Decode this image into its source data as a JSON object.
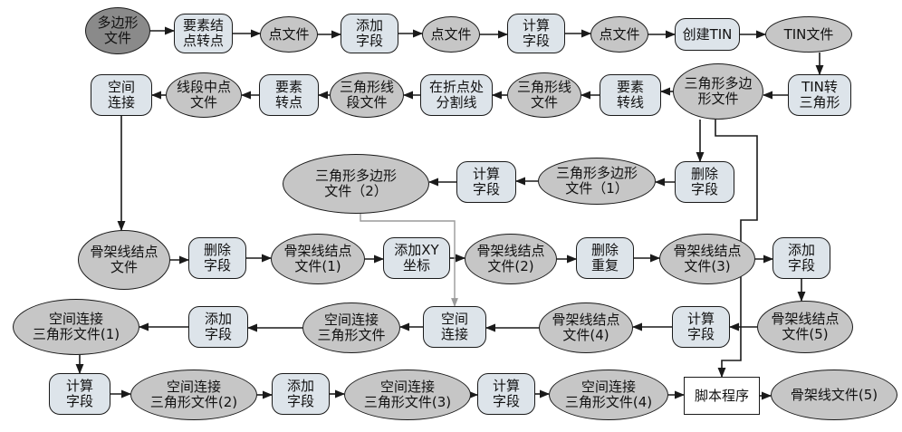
{
  "nodes": [
    {
      "id": "n1",
      "text": "多边形\n文件",
      "shape": "dark"
    },
    {
      "id": "n2",
      "text": "要素结\n点转点",
      "shape": "rounded"
    },
    {
      "id": "n3",
      "text": "点文件",
      "shape": "oval"
    },
    {
      "id": "n4",
      "text": "添加\n字段",
      "shape": "rounded"
    },
    {
      "id": "n5",
      "text": "点文件",
      "shape": "oval"
    },
    {
      "id": "n6",
      "text": "计算\n字段",
      "shape": "rounded"
    },
    {
      "id": "n7",
      "text": "点文件",
      "shape": "oval"
    },
    {
      "id": "n8",
      "text": "创建TIN",
      "shape": "rounded"
    },
    {
      "id": "n9",
      "text": "TIN文件",
      "shape": "oval"
    },
    {
      "id": "n10",
      "text": "TIN转\n三角形",
      "shape": "rounded"
    },
    {
      "id": "n11",
      "text": "三角形多边\n形文件",
      "shape": "oval"
    },
    {
      "id": "n12",
      "text": "要素\n转线",
      "shape": "rounded"
    },
    {
      "id": "n13",
      "text": "三角形线\n文件",
      "shape": "oval"
    },
    {
      "id": "n14",
      "text": "在折点处\n分割线",
      "shape": "rounded"
    },
    {
      "id": "n15",
      "text": "三角形线\n段文件",
      "shape": "oval"
    },
    {
      "id": "n16",
      "text": "要素\n转点",
      "shape": "rounded"
    },
    {
      "id": "n17",
      "text": "线段中点\n文件",
      "shape": "oval"
    },
    {
      "id": "n18",
      "text": "空间\n连接",
      "shape": "rounded"
    },
    {
      "id": "n19",
      "text": "删除\n字段",
      "shape": "rounded"
    },
    {
      "id": "n20",
      "text": "三角形多边形\n文件（1）",
      "shape": "oval"
    },
    {
      "id": "n21",
      "text": "计算\n字段",
      "shape": "rounded"
    },
    {
      "id": "n22",
      "text": "三角形多边形\n文件（2）",
      "shape": "oval"
    },
    {
      "id": "n23",
      "text": "骨架线结点\n文件",
      "shape": "oval"
    },
    {
      "id": "n24",
      "text": "删除\n字段",
      "shape": "rounded"
    },
    {
      "id": "n25",
      "text": "骨架线结点\n文件(1)",
      "shape": "oval"
    },
    {
      "id": "n26",
      "text": "添加XY\n坐标",
      "shape": "rounded"
    },
    {
      "id": "n27",
      "text": "骨架线结点\n文件(2)",
      "shape": "oval"
    },
    {
      "id": "n28",
      "text": "删除\n重复",
      "shape": "rounded"
    },
    {
      "id": "n29",
      "text": "骨架线结点\n文件(3)",
      "shape": "oval"
    },
    {
      "id": "n30",
      "text": "添加\n字段",
      "shape": "rounded"
    },
    {
      "id": "n31",
      "text": "骨架线结点\n文件(5)",
      "shape": "oval"
    },
    {
      "id": "n32",
      "text": "计算\n字段",
      "shape": "rounded"
    },
    {
      "id": "n33",
      "text": "骨架线结点\n文件(4)",
      "shape": "oval"
    },
    {
      "id": "n34",
      "text": "空间\n连接",
      "shape": "rounded"
    },
    {
      "id": "n35",
      "text": "空间连接\n三角形文件",
      "shape": "oval"
    },
    {
      "id": "n36",
      "text": "添加\n字段",
      "shape": "rounded"
    },
    {
      "id": "n37",
      "text": "空间连接\n三角形文件(1)",
      "shape": "oval"
    },
    {
      "id": "n38",
      "text": "计算\n字段",
      "shape": "rounded"
    },
    {
      "id": "n39",
      "text": "空间连接\n三角形文件(2)",
      "shape": "oval"
    },
    {
      "id": "n40",
      "text": "添加\n字段",
      "shape": "rounded"
    },
    {
      "id": "n41",
      "text": "空间连接\n三角形文件(3)",
      "shape": "oval"
    },
    {
      "id": "n42",
      "text": "计算\n字段",
      "shape": "rounded"
    },
    {
      "id": "n43",
      "text": "空间连接\n三角形文件(4)",
      "shape": "oval"
    },
    {
      "id": "n44",
      "text": "脚本程序",
      "shape": "rect"
    },
    {
      "id": "n45",
      "text": "骨架线文件(5)",
      "shape": "oval"
    }
  ],
  "edges": [
    [
      "n1",
      "n2"
    ],
    [
      "n2",
      "n3"
    ],
    [
      "n3",
      "n4"
    ],
    [
      "n4",
      "n5"
    ],
    [
      "n5",
      "n6"
    ],
    [
      "n6",
      "n7"
    ],
    [
      "n7",
      "n8"
    ],
    [
      "n8",
      "n9"
    ],
    [
      "n9",
      "n10"
    ],
    [
      "n10",
      "n11"
    ],
    [
      "n11",
      "n12"
    ],
    [
      "n12",
      "n13"
    ],
    [
      "n13",
      "n14"
    ],
    [
      "n14",
      "n15"
    ],
    [
      "n15",
      "n16"
    ],
    [
      "n16",
      "n17"
    ],
    [
      "n17",
      "n18"
    ],
    [
      "n11",
      "n19"
    ],
    [
      "n19",
      "n20"
    ],
    [
      "n20",
      "n21"
    ],
    [
      "n21",
      "n22"
    ],
    [
      "n18",
      "n23"
    ],
    [
      "n23",
      "n24"
    ],
    [
      "n24",
      "n25"
    ],
    [
      "n25",
      "n26"
    ],
    [
      "n26",
      "n27"
    ],
    [
      "n27",
      "n28"
    ],
    [
      "n28",
      "n29"
    ],
    [
      "n29",
      "n30"
    ],
    [
      "n30",
      "n31"
    ],
    [
      "n31",
      "n32"
    ],
    [
      "n32",
      "n33"
    ],
    [
      "n33",
      "n34"
    ],
    [
      "n22",
      "n34"
    ],
    [
      "n34",
      "n35"
    ],
    [
      "n35",
      "n36"
    ],
    [
      "n36",
      "n37"
    ],
    [
      "n37",
      "n38"
    ],
    [
      "n38",
      "n39"
    ],
    [
      "n39",
      "n40"
    ],
    [
      "n40",
      "n41"
    ],
    [
      "n41",
      "n42"
    ],
    [
      "n42",
      "n43"
    ],
    [
      "n43",
      "n44"
    ],
    [
      "n11",
      "n44"
    ],
    [
      "n44",
      "n45"
    ]
  ],
  "colors": {
    "dark_oval": "#8a8a8a",
    "oval": "#c6c6c6",
    "process": "#dde4ea",
    "script": "#ffffff",
    "gray_edge": "#9a9a9a",
    "edge": "#1a1a1a"
  }
}
